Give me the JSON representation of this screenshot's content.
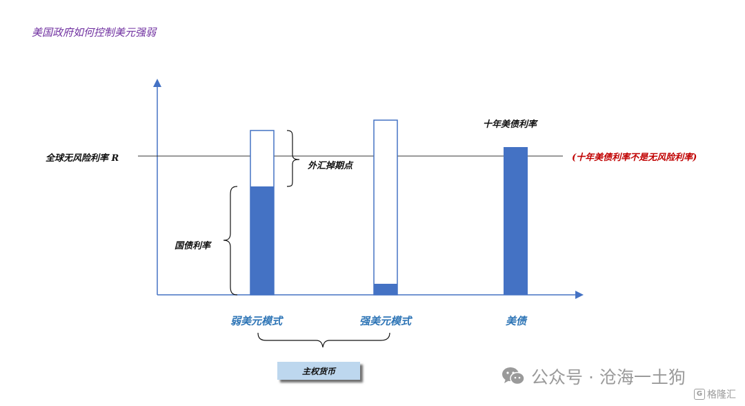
{
  "diagram": {
    "title": "美国政府如何控制美元强弱",
    "global_rate_label": "全球无风险利率 R",
    "fx_discount_label": "外汇掉期点",
    "treasury_rate_label": "国债利率",
    "ust10_label": "十年美债利率",
    "ust10_note": "(十年美债利率不是无风险利率)",
    "categories": [
      "弱美元模式",
      "强美元模式",
      "美债"
    ],
    "sovereign_currency_label": "主权货币",
    "colors": {
      "bar_fill": "#4472c4",
      "axis": "#4472c4",
      "title": "#7030a0",
      "category": "#2e75b6",
      "note": "#c00000",
      "sovereign_box": "#bdd7ee"
    }
  },
  "watermark": {
    "icon": "wechat-icon",
    "text": "公众号 · 沧海一土狗",
    "logo_icon": "gelonghui-logo-icon",
    "logo_text": "格隆汇",
    "logo_mark": "G"
  }
}
